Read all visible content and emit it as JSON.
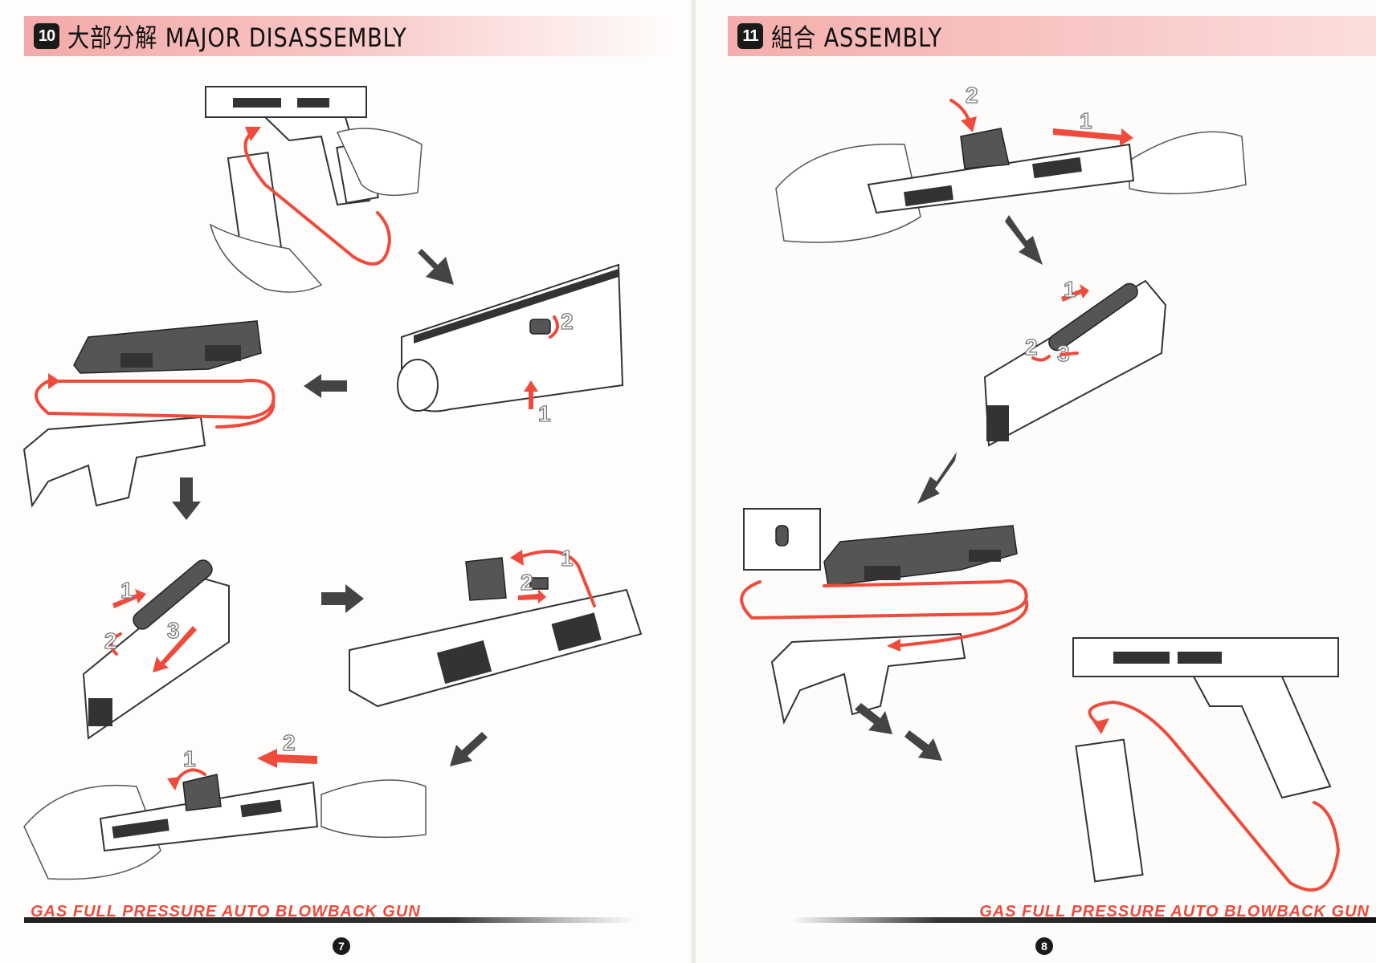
{
  "left_page": {
    "section_number": "10",
    "section_title": "大部分解 MAJOR DISASSEMBLY",
    "footer_text": "GAS FULL PRESSURE AUTO BLOWBACK GUN",
    "page_number": "7",
    "steps": {
      "takedown": [
        "1",
        "2"
      ],
      "spring": [
        "1",
        "2",
        "3"
      ],
      "hop": [
        "1",
        "2"
      ],
      "slide": [
        "1",
        "2"
      ]
    }
  },
  "right_page": {
    "section_number": "11",
    "section_title": "組合 ASSEMBLY",
    "footer_text": "GAS FULL PRESSURE AUTO BLOWBACK GUN",
    "page_number": "8",
    "steps": {
      "hop": [
        "1",
        "2"
      ],
      "spring": [
        "1",
        "2",
        "3"
      ]
    }
  },
  "colors": {
    "accent_red": "#ee4b3c",
    "header_pink": "#f2aaa9",
    "arrow_grey": "#444444"
  }
}
